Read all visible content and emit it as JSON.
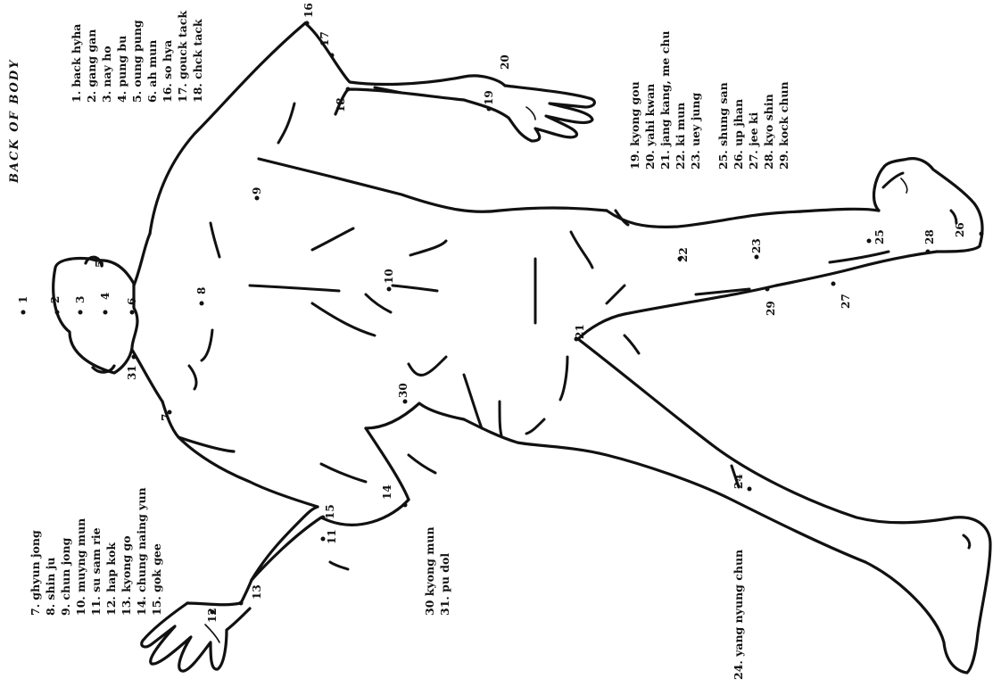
{
  "title": "BACK OF BODY",
  "legends": {
    "top_left": [
      "1. back hyha",
      "2. gang gan",
      "3. nay ho",
      "4. pung bu",
      "5. oung pung",
      "6. ah mun",
      "16. so hya",
      "17. gouck tack",
      "18. chck tack"
    ],
    "top_right": [
      "19. kyong gou",
      "20. yahi kwan",
      "21. jang kang, me chu",
      "22. ki mun",
      "23. uey jung"
    ],
    "top_right_2": [
      "25. shung san",
      "26. up jhan",
      "27. jee ki",
      "28. kyo shin",
      "29. kock chun"
    ],
    "bottom_left": [
      "7. ghyun jong",
      "8. shin ju",
      "9. chun jong",
      "10. muyng mun",
      "11. su sam rie",
      "12. hap kok",
      "13. kyong go",
      "14. chung naing yun",
      "15. gok gee"
    ],
    "bottom_mid": [
      "30 kyong mun",
      "31. pu dol"
    ],
    "bottom_right": [
      "24. yang nyung chun"
    ]
  },
  "points": [
    "1",
    "2",
    "3",
    "4",
    "5",
    "6",
    "7",
    "8",
    "9",
    "10",
    "11",
    "12",
    "13",
    "14",
    "15",
    "16",
    "17",
    "18",
    "19",
    "20",
    "21",
    "22",
    "23",
    "24",
    "25",
    "26",
    "27",
    "28",
    "29",
    "30",
    "31"
  ]
}
